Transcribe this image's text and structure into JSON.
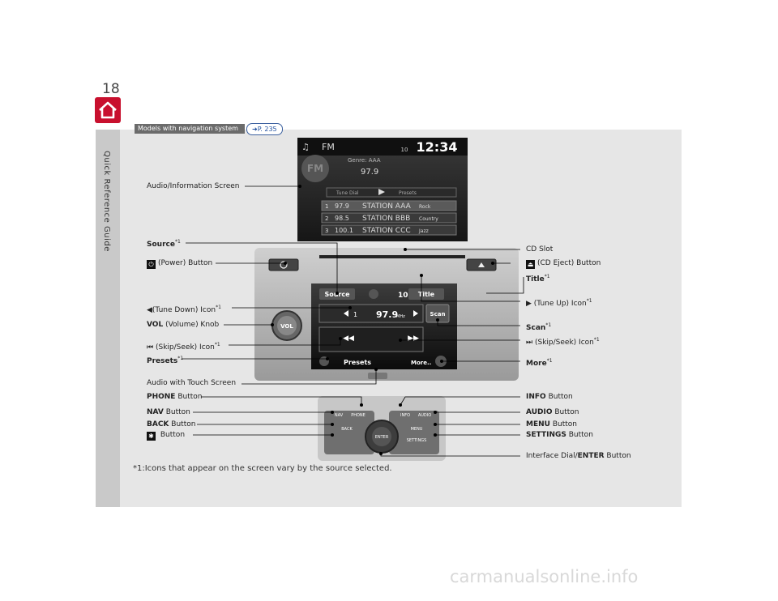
{
  "page": {
    "number": "18",
    "section_title": "Quick Reference Guide",
    "tag": "Models with navigation system",
    "reference": "P. 235",
    "footnote": "*1:Icons that appear on the screen vary by the source selected.",
    "watermark": "carmanualsonline.info"
  },
  "info_screen": {
    "band": "FM",
    "clock": "12:34",
    "signal_text": "10",
    "genre": "Genre: AAA",
    "freq_big": "97.9",
    "tab_left": "Tune Dial",
    "tab_right": "Presets",
    "stations": [
      {
        "num": "1",
        "freq": "97.9",
        "name": "STATION AAA",
        "genre": "Rock"
      },
      {
        "num": "2",
        "freq": "98.5",
        "name": "STATION BBB",
        "genre": "Country"
      },
      {
        "num": "3",
        "freq": "100.1",
        "name": "STATION CCC",
        "genre": "Jazz"
      }
    ]
  },
  "touch_screen": {
    "source": "Source",
    "volume": "10",
    "title": "Title",
    "preset_num": "1",
    "freq": "97.9",
    "unit": "MHz",
    "scan": "Scan",
    "presets": "Presets",
    "more": "More..",
    "knob": "VOL"
  },
  "control_panel": {
    "nav": "NAV",
    "phone": "PHONE",
    "info": "INFO",
    "audio": "AUDIO",
    "back": "BACK",
    "menu": "MENU",
    "settings": "SETTINGS",
    "enter": "ENTER"
  },
  "labels": {
    "audio_info_screen": "Audio/Information Screen",
    "source": "Source",
    "fn": "*1",
    "power_button": "(Power) Button",
    "tune_down": "(Tune Down) Icon",
    "vol_bold": "VOL",
    "vol_rest": "(Volume) Knob",
    "skip_seek": "(Skip/Seek) Icon",
    "presets": "Presets",
    "audio_touch": "Audio with Touch Screen",
    "phone_bold": "PHONE",
    "button_word": "Button",
    "nav_bold": "NAV",
    "back_bold": "BACK",
    "cd_slot": "CD Slot",
    "cd_eject": "(CD Eject) Button",
    "title": "Title",
    "tune_up": "(Tune Up) Icon",
    "scan": "Scan",
    "more": "More",
    "info_bold": "INFO",
    "audio_bold": "AUDIO",
    "menu_bold": "MENU",
    "settings_bold": "SETTINGS",
    "dial_prefix": "Interface Dial/",
    "enter_bold": "ENTER"
  }
}
